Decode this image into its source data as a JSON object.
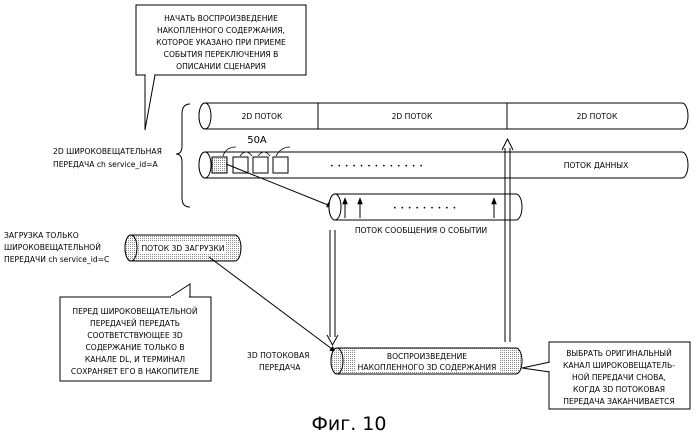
{
  "callout_top": [
    "НАЧАТЬ ВОСПРОИЗВЕДЕНИЕ",
    "НАКОПЛЕННОГО СОДЕРЖАНИЯ,",
    "КОТОРОЕ УКАЗАНО ПРИ ПРИЕМЕ",
    "СОБЫТИЯ ПЕРЕКЛЮЧЕНИЯ В",
    "ОПИСАНИИ СЦЕНАРИЯ"
  ],
  "broadcast_label": [
    "2D ШИРОКОВЕЩАТЕЛЬНАЯ",
    "ПЕРЕДАЧА ch service_id=A"
  ],
  "stream_2d": [
    "2D ПОТОК",
    "2D ПОТОК",
    "2D ПОТОК"
  ],
  "data_stream_label": "ПОТОК ДАННЫХ",
  "dots_data": "• • • • • • • • • • • • •",
  "block_label": "50A",
  "event_stream_label": "ПОТОК СООБЩЕНИЯ О СОБЫТИИ",
  "dots_event": "• • • • • • • • •",
  "download_label": [
    "ЗАГРУЗКА ТОЛЬКО",
    "ШИРОКОВЕЩАТЕЛЬНОЙ",
    "ПЕРЕДАЧИ ch service_id=C"
  ],
  "download_stream_label": "ПОТОК 3D ЗАГРУЗКИ",
  "callout_left": [
    "ПЕРЕД ШИРОКОВЕЩАТЕЛЬНОЙ",
    "ПЕРЕДАЧЕЙ ПЕРЕДАТЬ",
    "СООТВЕТСТВУЮЩЕЕ 3D",
    "СОДЕРЖАНИЕ ТОЛЬКО В",
    "КАНАЛЕ DL, И ТЕРМИНАЛ",
    "СОХРАНЯЕТ ЕГО В НАКОПИТЕЛЕ"
  ],
  "stream3d_label": [
    "3D ПОТОКОВАЯ",
    "ПЕРЕДАЧА"
  ],
  "playback_label": [
    "ВОСПРОИЗВЕДЕНИЕ",
    "НАКОПЛЕННОГО 3D СОДЕРЖАНИЯ"
  ],
  "callout_right": [
    "ВЫБРАТЬ ОРИГИНАЛЬНЫЙ",
    "КАНАЛ ШИРОКОВЕЩАТЕЛЬ-",
    "НОЙ ПЕРЕДАЧИ СНОВА,",
    "КОГДА 3D ПОТОКОВАЯ",
    "ПЕРЕДАЧА ЗАКАНЧИВАЕТСЯ"
  ],
  "figure_caption": "Фиг. 10"
}
